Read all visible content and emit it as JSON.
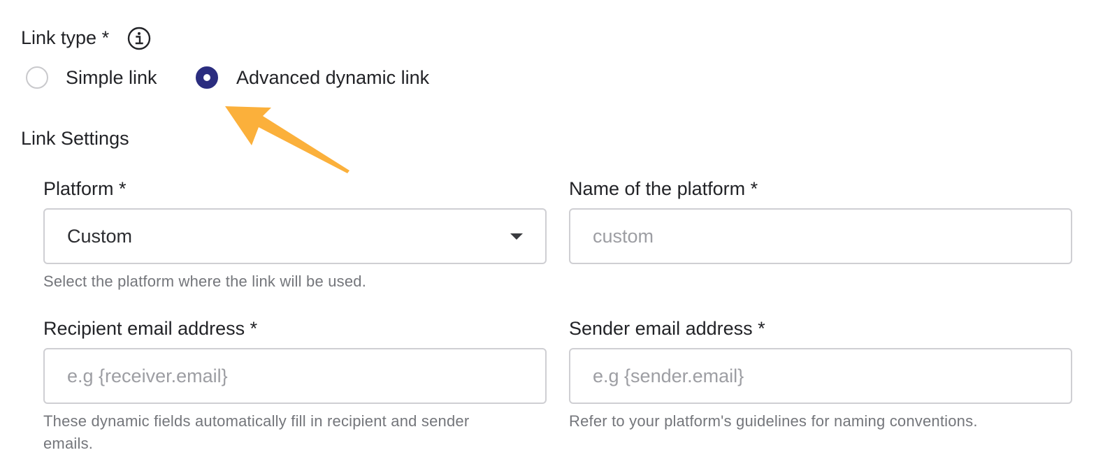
{
  "link_type": {
    "label": "Link type *",
    "info_icon": "info-icon",
    "options": [
      {
        "label": "Simple link",
        "checked": false
      },
      {
        "label": "Advanced dynamic link",
        "checked": true
      }
    ]
  },
  "annotation": {
    "arrow_icon": "arrow-icon",
    "arrow_color": "#fbb03b"
  },
  "link_settings": {
    "title": "Link Settings",
    "platform": {
      "label": "Platform *",
      "value": "Custom",
      "helper": "Select the platform where the link will be used."
    },
    "platform_name": {
      "label": "Name of the platform *",
      "placeholder": "custom"
    },
    "recipient_email": {
      "label": "Recipient email address *",
      "placeholder": "e.g {receiver.email}",
      "helper_line1": "These dynamic fields automatically fill in recipient and sender",
      "helper_line2": "emails."
    },
    "sender_email": {
      "label": "Sender email address *",
      "placeholder": "e.g {sender.email}",
      "helper": "Refer to your platform's guidelines for naming conventions."
    }
  },
  "colors": {
    "accent": "#2b2d7f",
    "text": "#222327",
    "helper_text": "#74767b",
    "border": "#cfcfd3"
  }
}
